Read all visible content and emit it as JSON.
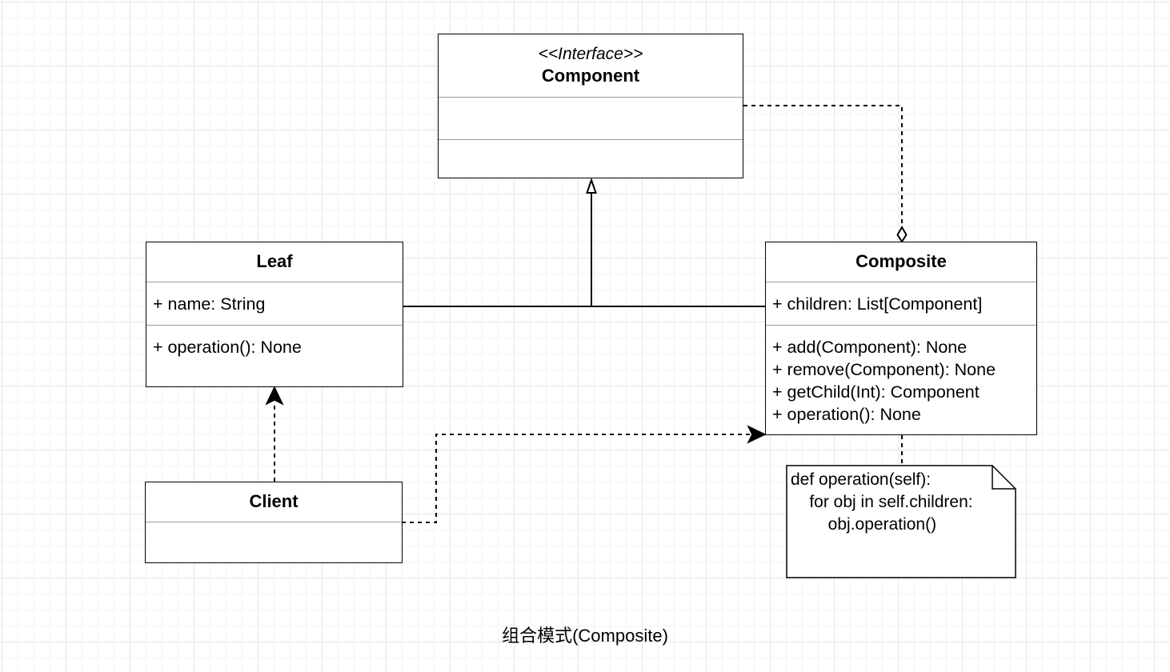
{
  "component": {
    "stereotype": "<<Interface>>",
    "name": "Component"
  },
  "leaf": {
    "name": "Leaf",
    "attributes": [
      "+ name: String"
    ],
    "operations": [
      "+ operation(): None"
    ]
  },
  "composite": {
    "name": "Composite",
    "attributes": [
      "+ children: List[Component]"
    ],
    "operations": [
      "+ add(Component): None",
      "+ remove(Component): None",
      "+ getChild(Int): Component",
      "+ operation(): None"
    ]
  },
  "client": {
    "name": "Client"
  },
  "note": {
    "lines": [
      "def operation(self):",
      "    for obj in self.children:",
      "        obj.operation()"
    ]
  },
  "caption": "组合模式(Composite)"
}
